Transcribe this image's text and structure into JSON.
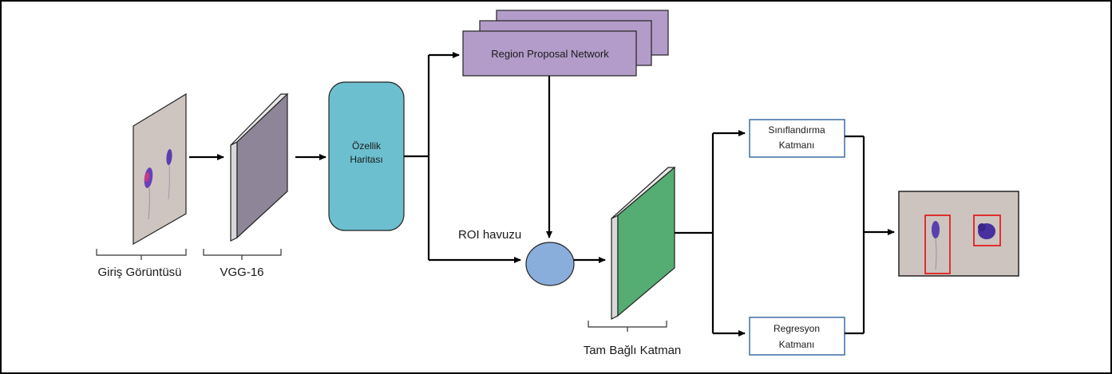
{
  "labels": {
    "input_image": "Giriş Görüntüsü",
    "vgg": "VGG-16",
    "feature_map_line1": "Özellik",
    "feature_map_line2": "Haritası",
    "rpn": "Region Proposal Network",
    "roi_pool": "ROI havuzu",
    "fully_connected": "Tam Bağlı Katman",
    "classification_line1": "Sınıflandırma",
    "classification_line2": "Katmanı",
    "regression_line1": "Regresyon",
    "regression_line2": "Katmanı"
  },
  "colors": {
    "vgg_face": "#8e8598",
    "feature_map": "#6cbfcf",
    "rpn": "#b39cc9",
    "roi_pool": "#8aaedb",
    "fc_face": "#55ad73",
    "output_border": "#3a6fa4",
    "detection_box": "#e02020",
    "image_bg": "#cdc4bf",
    "cell": "#5a3fae"
  },
  "icons": [
    "input-microscope-image",
    "output-detection-image"
  ]
}
